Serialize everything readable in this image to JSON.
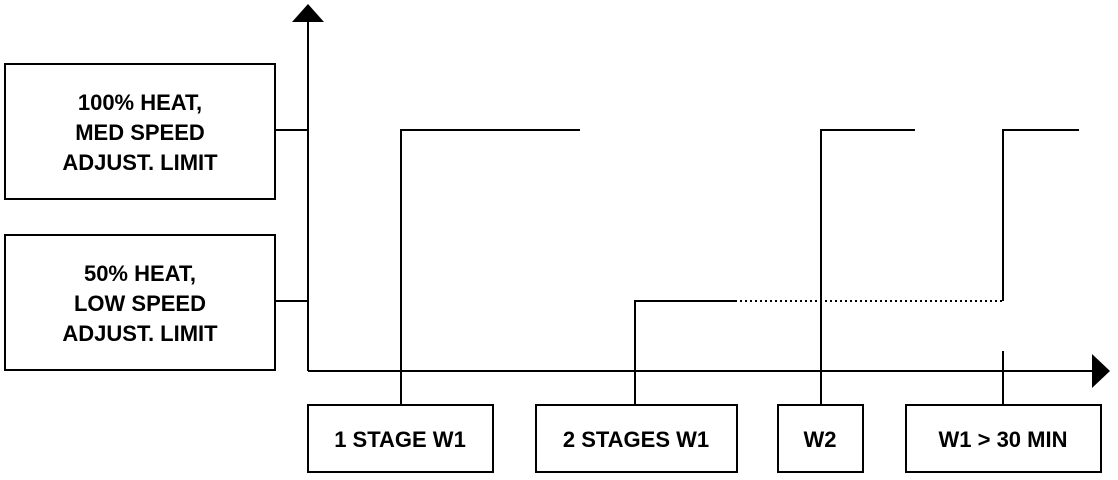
{
  "y_labels": {
    "high": {
      "lines": [
        "100% HEAT,",
        "MED SPEED",
        "ADJUST. LIMIT"
      ]
    },
    "low": {
      "lines": [
        "50% HEAT,",
        "LOW SPEED",
        "ADJUST. LIMIT"
      ]
    }
  },
  "x_labels": [
    "1 STAGE W1",
    "2 STAGES W1",
    "W2",
    "W1 > 30 MIN"
  ],
  "colors": {
    "stroke": "#000000",
    "background": "#ffffff"
  }
}
